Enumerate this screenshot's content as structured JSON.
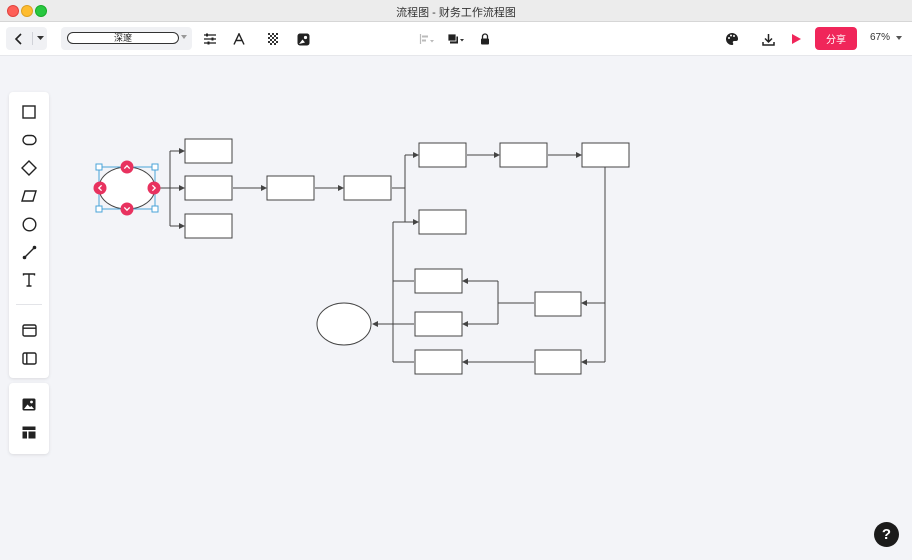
{
  "window": {
    "title": "流程图 - 财务工作流程图"
  },
  "toolbar": {
    "style_value": "深邃",
    "share_label": "分享",
    "zoom_label": "67%"
  },
  "help": {
    "label": "?"
  },
  "colors": {
    "accent": "#f0265a",
    "selection": "#4aa3d8",
    "shape_stroke": "#444444"
  }
}
